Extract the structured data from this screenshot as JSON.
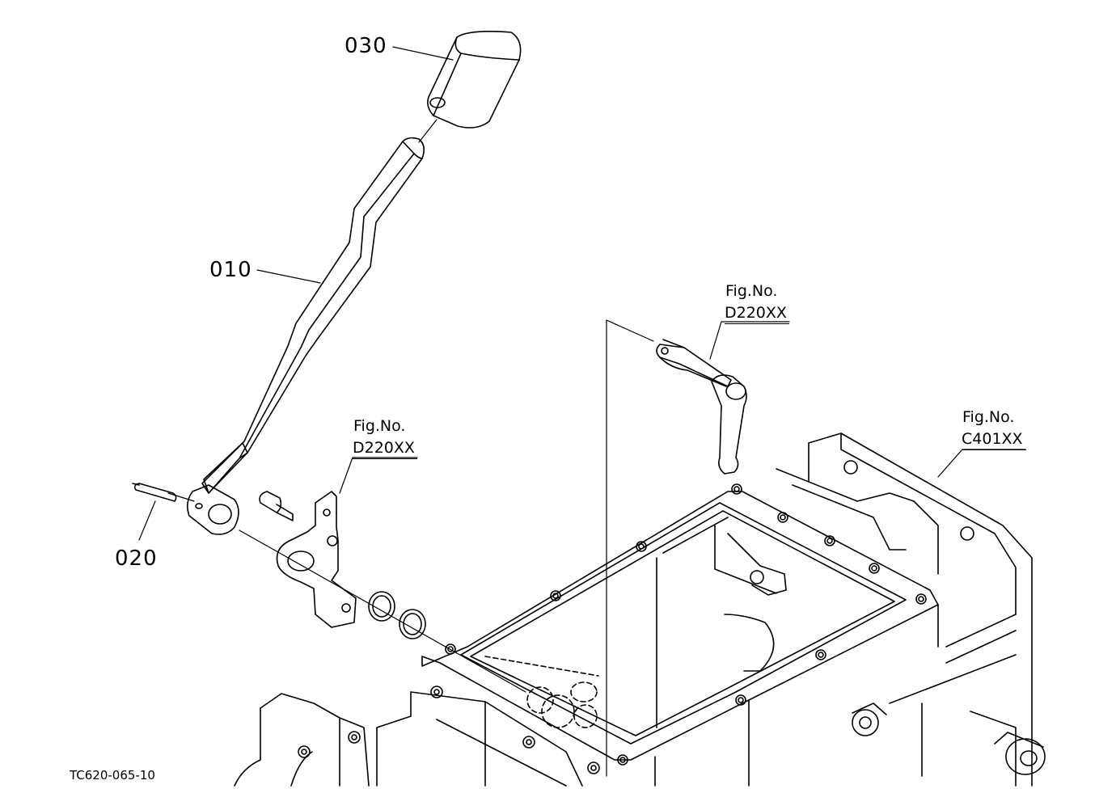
{
  "callouts": {
    "knob": "030",
    "lever": "010",
    "pin": "020"
  },
  "refs": {
    "bracket": {
      "top": "Fig.No.",
      "code": "D220XX"
    },
    "shaft_arm": {
      "top": "Fig.No.",
      "code": "D220XX"
    },
    "housing": {
      "top": "Fig.No.",
      "code": "C401XX"
    }
  },
  "drawing_id": "TC620-065-10",
  "colors": {
    "ink": "#000000",
    "paper": "#ffffff"
  }
}
